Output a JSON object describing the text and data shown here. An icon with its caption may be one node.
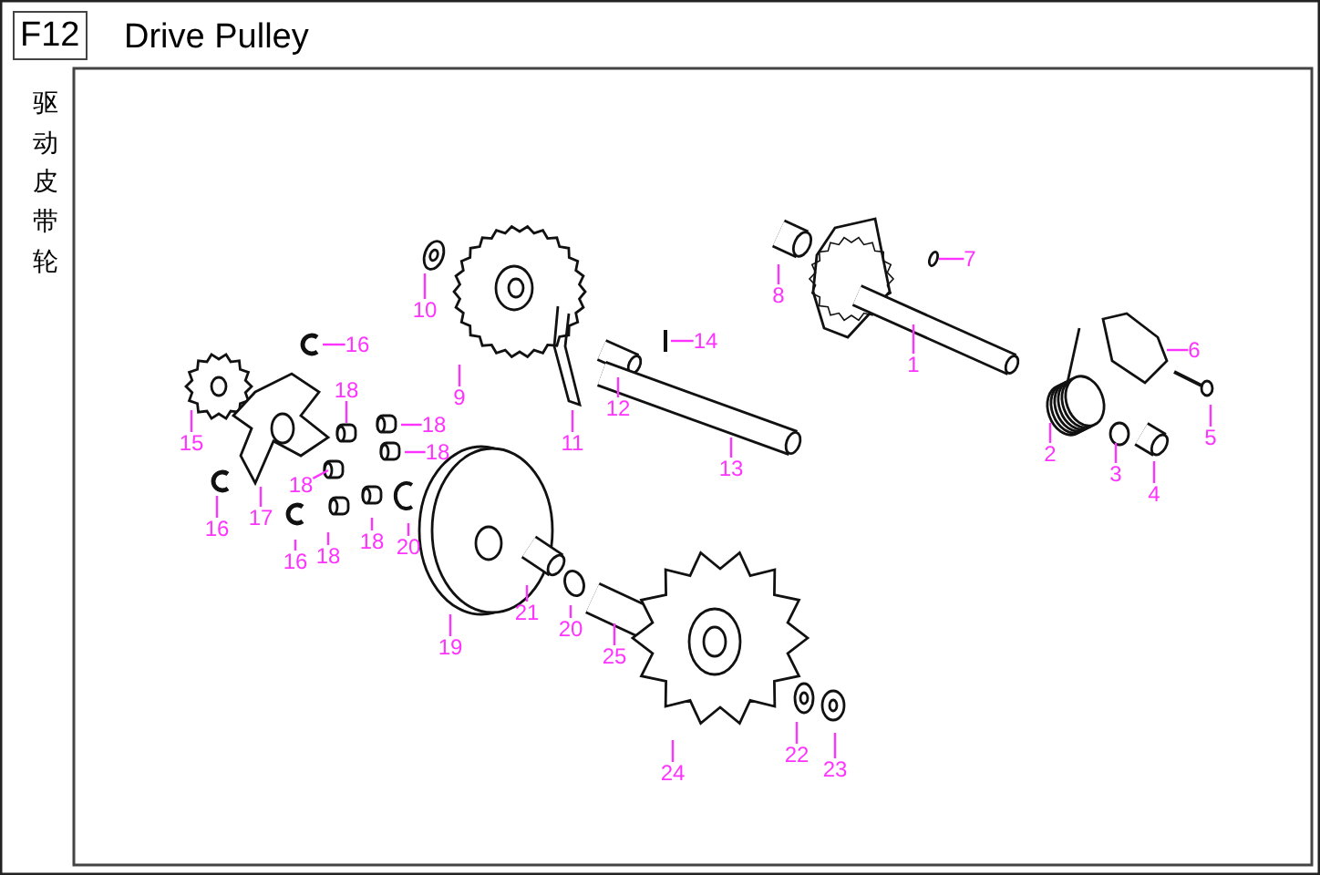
{
  "diagram": {
    "title": "Drive Pulley",
    "nodes": [
      {
        "text": [
          "10"
        ]
      },
      {
        "text": [
          "16"
        ]
      },
      {
        "text": [
          "8"
        ]
      },
      {
        "text": [
          "7"
        ]
      },
      {
        "text": [
          "14"
        ]
      },
      {
        "text": [
          "6"
        ]
      },
      {
        "text": [
          "1"
        ]
      },
      {
        "text": [
          "18"
        ]
      },
      {
        "text": [
          "9"
        ]
      },
      {
        "text": [
          "12"
        ]
      },
      {
        "text": [
          "18"
        ]
      },
      {
        "text": [
          "15"
        ]
      },
      {
        "text": [
          "11"
        ]
      },
      {
        "text": [
          "5"
        ]
      },
      {
        "text": [
          "18"
        ]
      },
      {
        "text": [
          "2"
        ]
      },
      {
        "text": [
          "13"
        ]
      },
      {
        "text": [
          "3"
        ]
      },
      {
        "text": [
          "18"
        ]
      },
      {
        "text": [
          "4"
        ]
      },
      {
        "text": [
          "17"
        ]
      },
      {
        "text": [
          "16"
        ]
      },
      {
        "text": [
          "18"
        ]
      },
      {
        "text": [
          "20"
        ]
      },
      {
        "text": [
          "18"
        ]
      },
      {
        "text": [
          "16"
        ]
      },
      {
        "text": [
          "21"
        ]
      },
      {
        "text": [
          "20"
        ]
      },
      {
        "text": [
          "19"
        ]
      },
      {
        "text": [
          "25"
        ]
      },
      {
        "text": [
          "22"
        ]
      },
      {
        "text": [
          "23"
        ]
      },
      {
        "text": [
          "24"
        ]
      }
    ],
    "edges": [
      {
        "from": 0,
        "to": null,
        "arrow": "none"
      },
      {
        "from": 1,
        "to": null,
        "arrow": "none"
      },
      {
        "from": 2,
        "to": null,
        "arrow": "none"
      },
      {
        "from": 3,
        "to": null,
        "arrow": "none"
      },
      {
        "from": 4,
        "to": null,
        "arrow": "none"
      },
      {
        "from": 5,
        "to": null,
        "arrow": "none"
      },
      {
        "from": 6,
        "to": null,
        "arrow": "none"
      },
      {
        "from": 7,
        "to": null,
        "arrow": "none"
      },
      {
        "from": 8,
        "to": null,
        "arrow": "none"
      },
      {
        "from": 9,
        "to": null,
        "arrow": "none"
      },
      {
        "from": 10,
        "to": null,
        "arrow": "none"
      },
      {
        "from": 11,
        "to": null,
        "arrow": "none"
      },
      {
        "from": 12,
        "to": null,
        "arrow": "none"
      },
      {
        "from": 13,
        "to": null,
        "arrow": "none"
      },
      {
        "from": 14,
        "to": null,
        "arrow": "none"
      },
      {
        "from": 15,
        "to": null,
        "arrow": "none"
      },
      {
        "from": 16,
        "to": null,
        "arrow": "none"
      },
      {
        "from": 17,
        "to": null,
        "arrow": "none"
      },
      {
        "from": 18,
        "to": null,
        "arrow": "none"
      },
      {
        "from": 19,
        "to": null,
        "arrow": "none"
      },
      {
        "from": 20,
        "to": null,
        "arrow": "none"
      },
      {
        "from": 21,
        "to": null,
        "arrow": "none"
      },
      {
        "from": 22,
        "to": null,
        "arrow": "none"
      },
      {
        "from": 23,
        "to": null,
        "arrow": "none"
      },
      {
        "from": 24,
        "to": null,
        "arrow": "none"
      },
      {
        "from": 25,
        "to": null,
        "arrow": "none"
      },
      {
        "from": 26,
        "to": null,
        "arrow": "none"
      },
      {
        "from": 27,
        "to": null,
        "arrow": "none"
      },
      {
        "from": 28,
        "to": null,
        "arrow": "none"
      },
      {
        "from": 29,
        "to": null,
        "arrow": "none"
      },
      {
        "from": 30,
        "to": null,
        "arrow": "none"
      },
      {
        "from": 31,
        "to": null,
        "arrow": "none"
      },
      {
        "from": 32,
        "to": null,
        "arrow": "none"
      }
    ],
    "labels": [
      "F12",
      "驱动皮带轮"
    ]
  }
}
